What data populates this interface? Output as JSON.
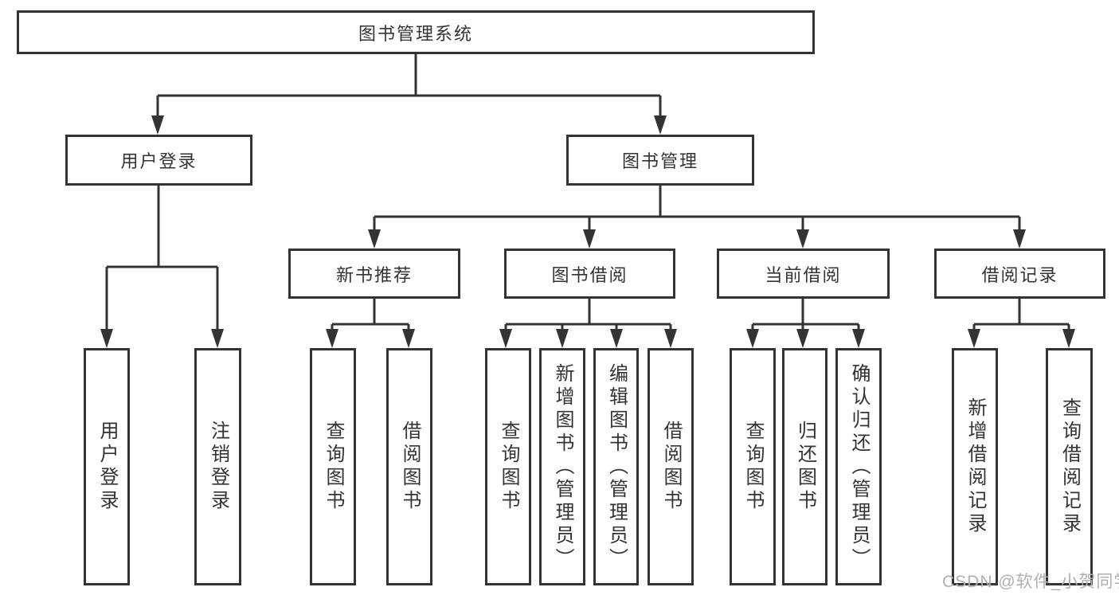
{
  "page": {
    "background": "#ffffff",
    "line_color": "#333333",
    "box_border_color": "#333333",
    "text_color": "#333333"
  },
  "tree": {
    "root": {
      "label": "图书管理系统"
    },
    "branches": [
      {
        "label": "用户登录",
        "children": [
          {
            "label": "用户登录"
          },
          {
            "label": "注销登录"
          }
        ]
      },
      {
        "label": "图书管理",
        "children": [
          {
            "label": "新书推荐",
            "children": [
              {
                "label": "查询图书"
              },
              {
                "label": "借阅图书"
              }
            ]
          },
          {
            "label": "图书借阅",
            "children": [
              {
                "label": "查询图书"
              },
              {
                "label": "新增图书（管理员）"
              },
              {
                "label": "编辑图书（管理员）"
              },
              {
                "label": "借阅图书"
              }
            ]
          },
          {
            "label": "当前借阅",
            "children": [
              {
                "label": "查询图书"
              },
              {
                "label": "归还图书"
              },
              {
                "label": "确认归还（管理员）"
              }
            ]
          },
          {
            "label": "借阅记录",
            "children": [
              {
                "label": "新增借阅记录"
              },
              {
                "label": "查询借阅记录"
              }
            ]
          }
        ]
      }
    ]
  },
  "watermark": {
    "text": "CSDN @软件_小贺同学",
    "color": "#b0b0b0"
  }
}
